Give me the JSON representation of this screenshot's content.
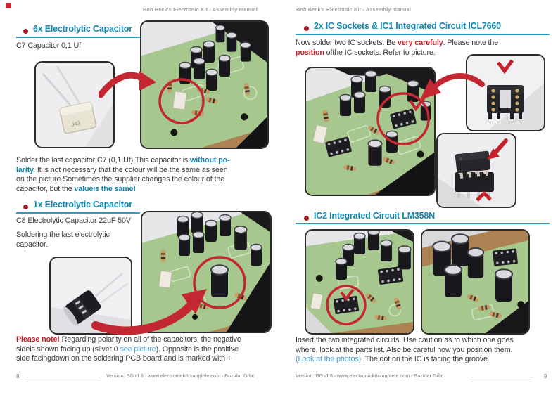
{
  "doc_header": "Bob Beck's Electronic Kit - Assembly manual",
  "colors": {
    "heading_teal": "#1187b0",
    "rule_teal": "#2e9fc4",
    "bullet_red": "#a51a25",
    "emphasis_red": "#c5202a",
    "link_blue": "#45a1d2",
    "body_text": "#3b3b3b",
    "muted_gray": "#9e9e9e",
    "pcb_green": "#a6c78e",
    "pcb_tan": "#ad8354"
  },
  "icons": {
    "red-arrow-icon": "curved red swoosh arrow",
    "red-check-icon": "red V checkmark",
    "highlight-circle": "red ring highlighting a component"
  },
  "left_page": {
    "header": "Bob Beck's Electronic Kit - Assembly manual",
    "page_number": "8",
    "footer_version": "Version: BG r1.6 - www.electronickitcomplete.com - Bozidar Grlic",
    "c7_marking": "J43",
    "section1": {
      "title": "6x Electrolytic Capacitor",
      "subtitle": "C7 Capacitor 0,1 Uf",
      "paragraph": [
        {
          "t": "Solder the last capacitor C7 (0,1 Uf) This capacitor is ",
          "s": "n"
        },
        {
          "t": "without po-",
          "s": "tb"
        },
        {
          "brk": true
        },
        {
          "t": "larity.",
          "s": "tb"
        },
        {
          "t": " It is not necessary that the colour will be the same as seen",
          "s": "n"
        },
        {
          "brk": true
        },
        {
          "t": "on the picture.Sometimes the supplier changes the colour of the",
          "s": "n"
        },
        {
          "brk": true
        },
        {
          "t": "capacitor, but the ",
          "s": "n"
        },
        {
          "t": "valueis the same!",
          "s": "tb"
        }
      ]
    },
    "section2": {
      "title": "1x Electrolytic Capacitor",
      "subtitle": "C8 Electrolytic Capacitor 22uF 50V",
      "caption": [
        {
          "t": "Soldering the last electrolytic",
          "s": "n"
        },
        {
          "brk": true
        },
        {
          "t": "capacitor.",
          "s": "n"
        }
      ],
      "note": [
        {
          "t": "Please note!",
          "s": "rb"
        },
        {
          "t": " Regarding polarity on all of the capacitors: the negative",
          "s": "n"
        },
        {
          "brk": true
        },
        {
          "t": "sideis shown facing up (silver 0 ",
          "s": "n"
        },
        {
          "t": "see picture",
          "s": "bl"
        },
        {
          "t": "). Opposite is the positive",
          "s": "n"
        },
        {
          "brk": true
        },
        {
          "t": "side facingdown on the soldering PCB board and is marked with +",
          "s": "n"
        }
      ]
    }
  },
  "right_page": {
    "header": "Bob Beck's Electronic Kit - Assembly manual",
    "page_number": "9",
    "footer_version": "Version: BG r1.6 - www.electronickitcomplete.com - Bozidar Grlic",
    "section1": {
      "title": "2x IC Sockets & IC1 Integrated Circuit ICL7660",
      "paragraph": [
        {
          "t": "Now solder two IC sockets. Be ",
          "s": "n"
        },
        {
          "t": "very carefuly",
          "s": "rb"
        },
        {
          "t": ". Please note the",
          "s": "n"
        },
        {
          "brk": true
        },
        {
          "t": "position",
          "s": "rb"
        },
        {
          "t": " ofthe IC sockets. Refer to picture.",
          "s": "n"
        }
      ]
    },
    "section2": {
      "title": "IC2 Integrated Circuit LM358N",
      "paragraph": [
        {
          "t": "Insert the two integrated circuits. Use caution as to which one goes",
          "s": "n"
        },
        {
          "brk": true
        },
        {
          "t": "where, look at the parts list. Also be careful how you position them.",
          "s": "n"
        },
        {
          "brk": true
        },
        {
          "t": "(Look at the photos)",
          "s": "bl"
        },
        {
          "t": ". The dot on the IC is facing the groove.",
          "s": "n"
        }
      ]
    }
  }
}
